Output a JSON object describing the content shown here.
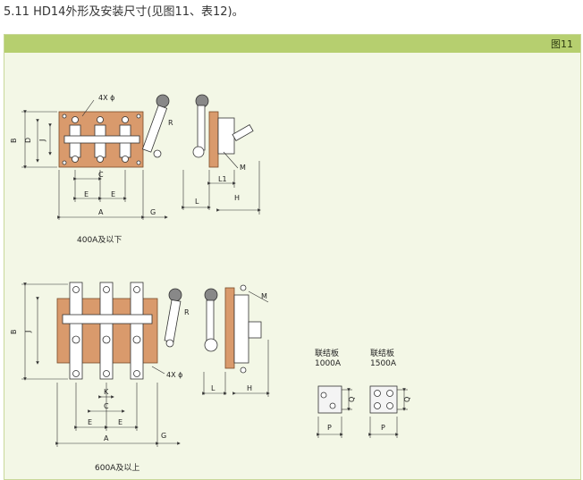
{
  "heading": "5.11 HD14外形及安装尺寸(见图11、表12)。",
  "figure_label": "图11",
  "captions": {
    "small": "400A及以下",
    "large": "600A及以上"
  },
  "link_plates": {
    "label_1000": "联结板",
    "value_1000": "1000A",
    "label_1500": "联结板",
    "value_1500": "1500A"
  },
  "dims": {
    "four_x_phi": "4X ϕ",
    "B": "B",
    "D": "D",
    "J": "J",
    "C": "C",
    "E": "E",
    "A": "A",
    "G": "G",
    "R": "R",
    "L": "L",
    "L1": "L1",
    "H": "H",
    "M": "M",
    "K": "K",
    "P": "P",
    "Q": "Q"
  },
  "colors": {
    "plate": "#d99a6c",
    "plate_dark": "#c0784a",
    "metal": "#ffffff",
    "line": "#333333"
  }
}
